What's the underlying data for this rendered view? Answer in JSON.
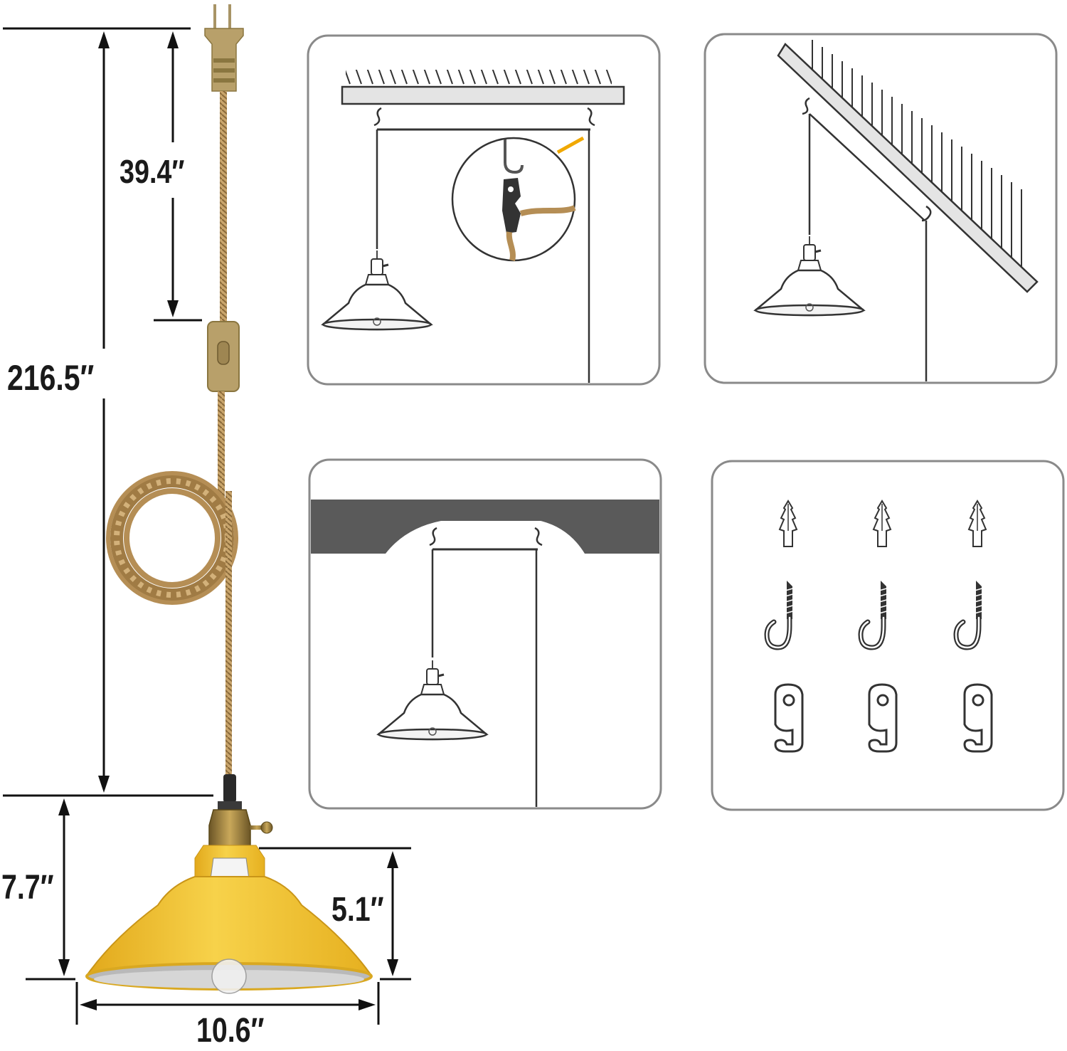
{
  "dimensions": {
    "total_length": "216.5″",
    "plug_to_switch": "39.4″",
    "lamp_height": "7.7″",
    "shade_height": "5.1″",
    "shade_diameter": "10.6″"
  },
  "colors": {
    "shade_yellow": "#f2c12e",
    "cord_tan": "#b8925a",
    "switch_khaki": "#b8a06a",
    "panel_border": "#8a8a8a",
    "line_dark": "#333333",
    "ceiling_dark": "#5a5a5a"
  },
  "panels": [
    {
      "name": "flat-ceiling-installation"
    },
    {
      "name": "sloped-ceiling-installation"
    },
    {
      "name": "arched-ceiling-installation"
    },
    {
      "name": "hardware-kit"
    }
  ],
  "hardware_kit": {
    "anchors": 3,
    "screw_hooks": 3,
    "cord_clips": 3
  }
}
